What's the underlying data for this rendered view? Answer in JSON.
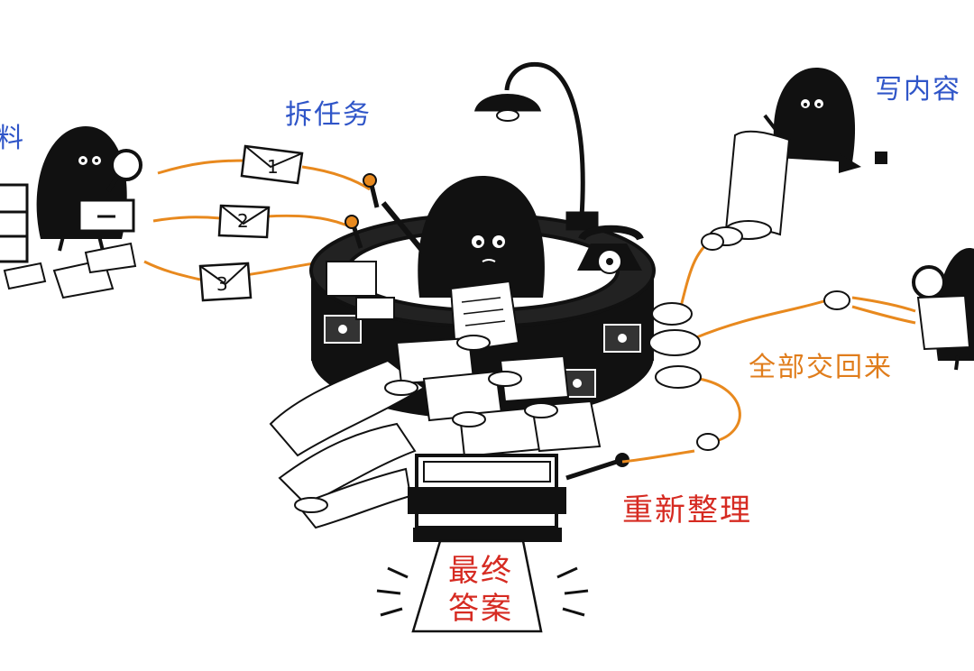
{
  "labels": {
    "gather": "料",
    "split": "拆任务",
    "write": "写内容",
    "return_all": "全部交回来",
    "reorganize": "重新整理",
    "final_answer_line1": "最终",
    "final_answer_line2": "答案"
  },
  "envelopes": [
    "1",
    "2",
    "3"
  ],
  "colors": {
    "blue_label": "#2f55c8",
    "orange_label": "#e07d1c",
    "red_label": "#d62b22",
    "ink": "#111111",
    "wire": "#e8891e"
  }
}
